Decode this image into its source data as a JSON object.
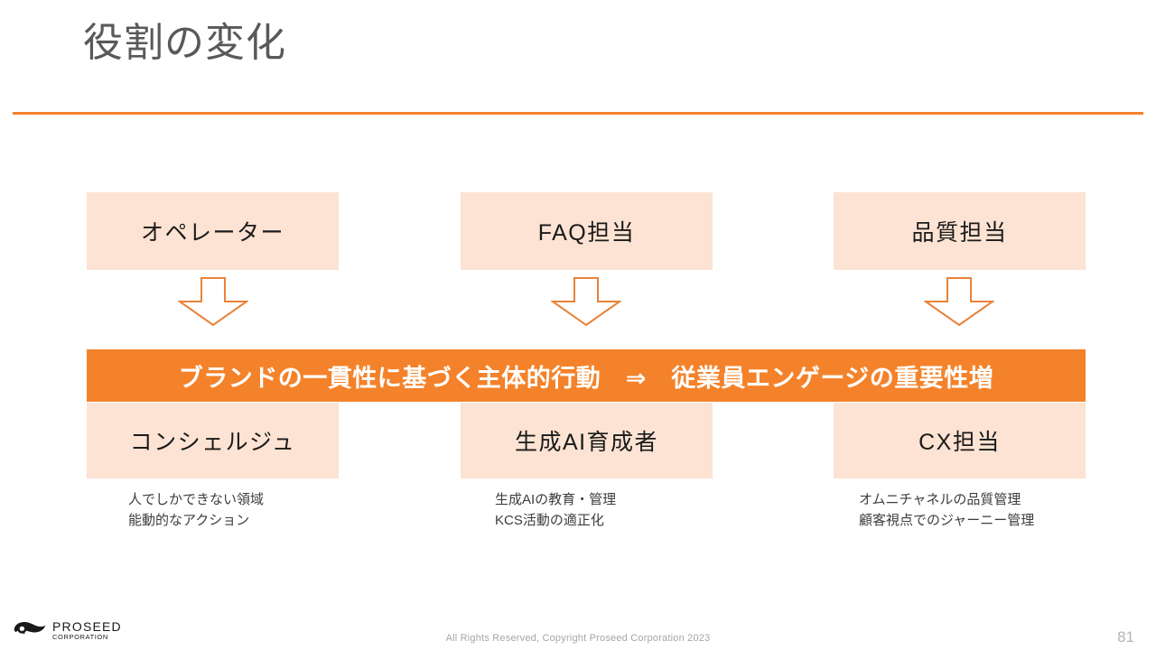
{
  "slide": {
    "title": "役割の変化",
    "accent_color": "#F4822A",
    "box_fill_color": "#FCE3D3",
    "title_color": "#595959"
  },
  "top_roles": [
    {
      "label": "オペレーター"
    },
    {
      "label": "FAQ担当"
    },
    {
      "label": "品質担当"
    }
  ],
  "arrows": [
    {
      "icon": "down-arrow-icon"
    },
    {
      "icon": "down-arrow-icon"
    },
    {
      "icon": "down-arrow-icon"
    }
  ],
  "banner": {
    "text": "ブランドの一貫性に基づく主体的行動　⇒　従業員エンゲージの重要性増"
  },
  "bottom_roles": [
    {
      "label": "コンシェルジュ",
      "caption": "人でしかできない領域\n能動的なアクション"
    },
    {
      "label": "生成AI育成者",
      "caption": "生成AIの教育・管理\nKCS活動の適正化"
    },
    {
      "label": "CX担当",
      "caption": "オムニチャネルの品質管理\n顧客視点でのジャーニー管理"
    }
  ],
  "footer": {
    "copyright": "All Rights Reserved, Copyright Proseed Corporation 2023",
    "page_number": "81",
    "logo_main": "PROSEED",
    "logo_sub": "CORPORATION"
  }
}
